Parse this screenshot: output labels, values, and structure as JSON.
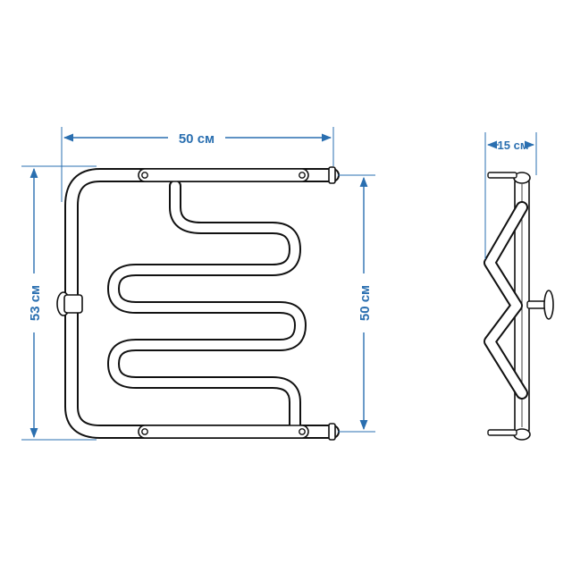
{
  "dimensions": {
    "front_width": "50 см",
    "front_height_total": "53 см",
    "front_height_pipe": "50 см",
    "side_depth": "15 см"
  },
  "colors": {
    "dimension": "#2a6fb0",
    "outline": "#111111",
    "background": "#ffffff"
  }
}
